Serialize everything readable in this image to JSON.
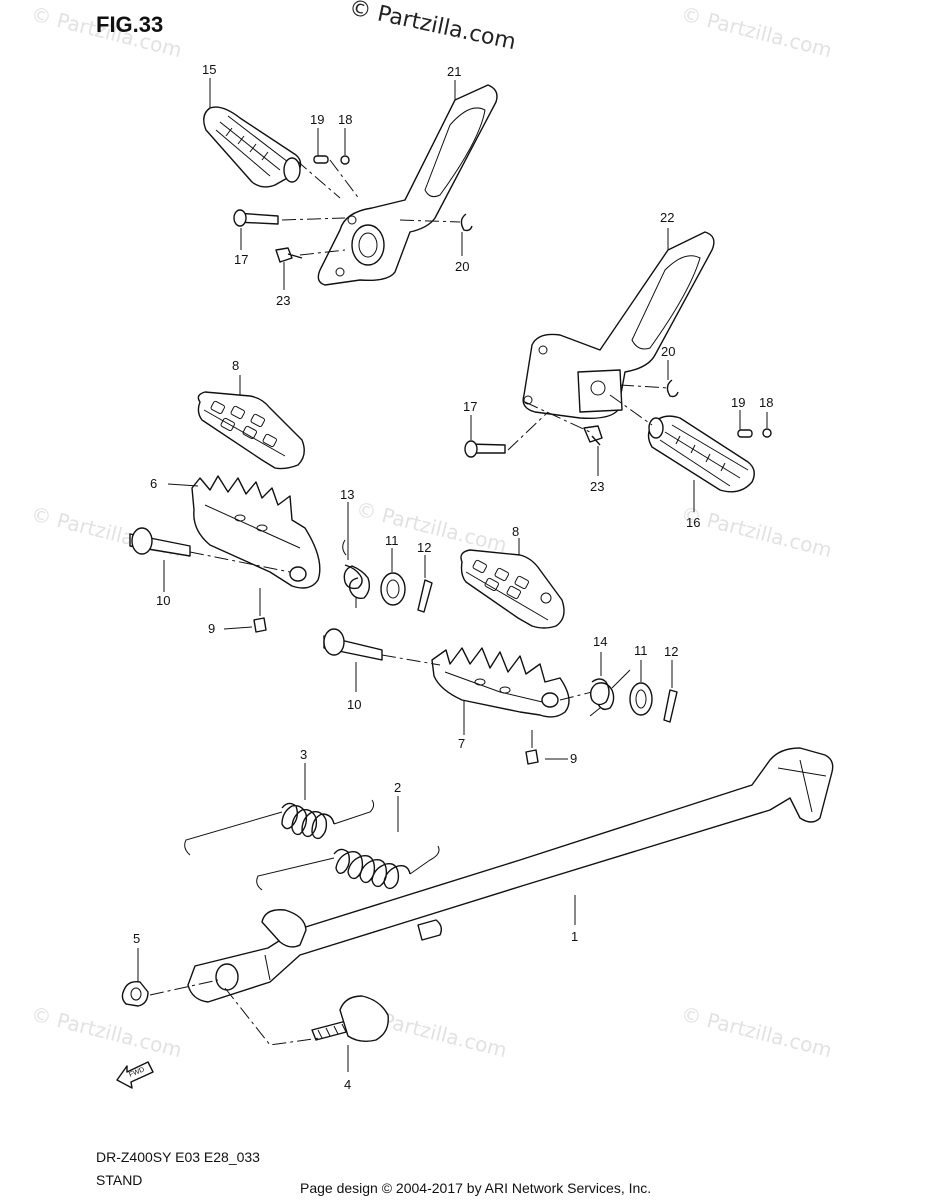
{
  "title": "FIG.33",
  "brand": "© Partzilla.com",
  "watermark": "© Partzilla.com",
  "footer": {
    "model": "DR-Z400SY E03 E28_033",
    "section": "STAND",
    "credit": "Page design © 2004-2017 by ARI Network Services, Inc."
  },
  "fwd_label": "FWD",
  "callouts": {
    "c1": "1",
    "c2": "2",
    "c3": "3",
    "c4": "4",
    "c5": "5",
    "c6": "6",
    "c7": "7",
    "c8a": "8",
    "c8b": "8",
    "c9a": "9",
    "c9b": "9",
    "c10a": "10",
    "c10b": "10",
    "c11a": "11",
    "c11b": "11",
    "c12a": "12",
    "c12b": "12",
    "c13": "13",
    "c14": "14",
    "c15": "15",
    "c16": "16",
    "c17a": "17",
    "c17b": "17",
    "c18a": "18",
    "c18b": "18",
    "c19a": "19",
    "c19b": "19",
    "c20a": "20",
    "c20b": "20",
    "c21": "21",
    "c22": "22",
    "c23a": "23",
    "c23b": "23"
  }
}
